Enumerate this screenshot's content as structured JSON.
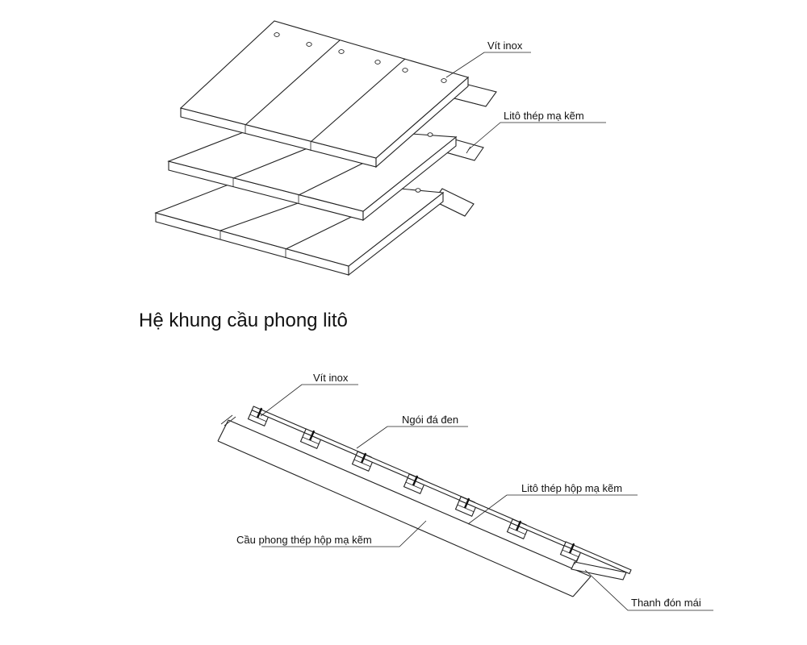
{
  "title": "Hệ khung cầu phong litô",
  "labels": {
    "top_screw": "Vít inox",
    "top_batten": "Litô thép mạ kẽm",
    "bottom_screw": "Vít inox",
    "slate_tile": "Ngói đá đen",
    "box_batten": "Litô thép hộp mạ kẽm",
    "rafter": "Cầu phong thép hộp mạ kẽm",
    "fascia": "Thanh đón mái"
  },
  "colors": {
    "line": "#222222",
    "background": "#ffffff"
  }
}
